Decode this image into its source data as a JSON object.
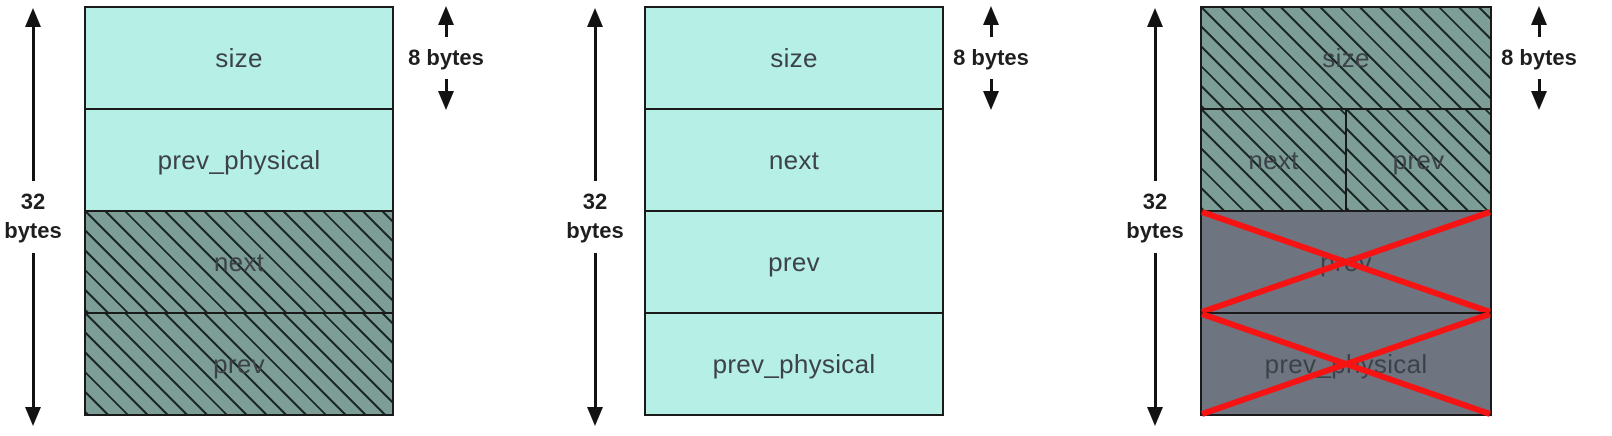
{
  "figure": {
    "description_visible_text_only": true,
    "colors": {
      "background": "#ffffff",
      "free_field_fill": "#b5efe6",
      "hatched_field_fill": "#7d9e96",
      "hatch_line": "#10201a",
      "unused_field_fill": "#6e7580",
      "cross_out": "#f51313",
      "border": "#1a1a1a",
      "field_text": "#3d424a",
      "annotation_text": "#1e1e1e"
    }
  },
  "diagrams": [
    {
      "total_size_label": {
        "line1": "32",
        "line2": "bytes"
      },
      "field_size_label": "8 bytes",
      "rows": [
        {
          "label": "size",
          "style": "free"
        },
        {
          "label": "prev_physical",
          "style": "free"
        },
        {
          "label": "next",
          "style": "hatched"
        },
        {
          "label": "prev",
          "style": "hatched"
        }
      ]
    },
    {
      "total_size_label": {
        "line1": "32",
        "line2": "bytes"
      },
      "field_size_label": "8 bytes",
      "rows": [
        {
          "label": "size",
          "style": "free"
        },
        {
          "label": "next",
          "style": "free"
        },
        {
          "label": "prev",
          "style": "free"
        },
        {
          "label": "prev_physical",
          "style": "free"
        }
      ]
    },
    {
      "total_size_label": {
        "line1": "32",
        "line2": "bytes"
      },
      "field_size_label": "8 bytes",
      "rows": [
        {
          "label": "size",
          "style": "hatched"
        },
        {
          "style": "hatched-split",
          "cells": [
            {
              "label": "next",
              "style": "hatched"
            },
            {
              "label": "prev",
              "style": "hatched"
            }
          ]
        },
        {
          "label": "prev",
          "style": "crossed"
        },
        {
          "label": "prev_physical",
          "style": "crossed"
        }
      ]
    }
  ]
}
